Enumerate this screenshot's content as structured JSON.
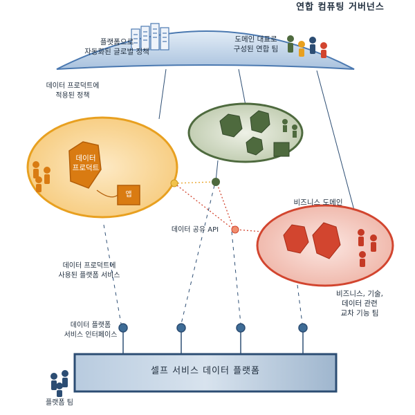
{
  "governance": {
    "title": "연합 컴퓨팅 거버넌스",
    "policy_label": "플랫폼으로\n자동화된 글로벌 정책",
    "team_label": "도메인 대표로\n구성된 연합 팀"
  },
  "data_product_domain": {
    "applied_policy_label": "데이터 프로덕트에\n적용된 정책",
    "product_label": "데이터\n프로덕트",
    "app_label": "앱"
  },
  "api_label": "데이터 공유 API",
  "business_domain": {
    "title": "비즈니스 도메인",
    "team_label": "비즈니스, 기술,\n데이터 관련\n교차 기능 팀"
  },
  "platform": {
    "services_label": "데이터 프로덕트에\n사용된 플랫폼 서비스",
    "interfaces_label": "데이터 플랫폼\n서비스 인터페이스",
    "title": "셀프 서비스 데이터 플랫폼",
    "team_label": "플랫폼 팀"
  },
  "colors": {
    "governance_blue": "#4a78b0",
    "data_product_orange": "#e8a020",
    "infra_green": "#4e6a3e",
    "business_red": "#d2452f",
    "platform_navy": "#2c4d73"
  }
}
